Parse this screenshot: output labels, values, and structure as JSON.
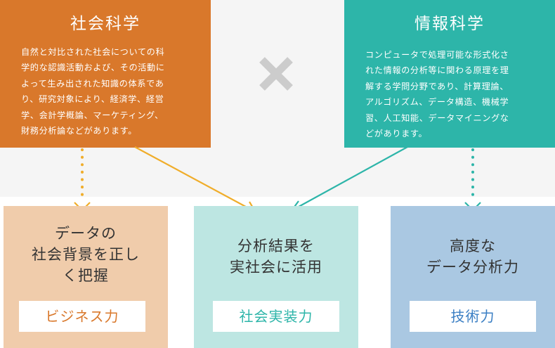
{
  "colors": {
    "social_science": "#d9782b",
    "information_science": "#2db5a9",
    "business_box": "#f0ccab",
    "implementation_box": "#bde6e2",
    "technical_box": "#aac8e2",
    "arrow_orange": "#f0ad2a",
    "arrow_teal": "#2db5a9",
    "cross": "#cccccc"
  },
  "social_science": {
    "title": "社会科学",
    "description_lines": [
      "自然と対比された社会についての科",
      "学的な認識活動および、その活動に",
      "よって生み出された知識の体系であ",
      "り、研究対象により、経済学、経営",
      "学、会計学概論、マーケティング、",
      "財務分析論などがあります。"
    ]
  },
  "information_science": {
    "title": "情報科学",
    "description_lines": [
      "コンピュータで処理可能な形式化さ",
      "れた情報の分析等に関わる原理を理",
      "解する学問分野であり、計算理論、",
      "アルゴリズム、データ構造、機械学",
      "習、人工知能、データマイニングな",
      "どがあります。"
    ]
  },
  "cross_icon": "multiplication-cross-icon",
  "outcomes": {
    "business": {
      "headline_lines": [
        "データの",
        "社会背景を正し",
        "く把握"
      ],
      "label": "ビジネス力"
    },
    "implementation": {
      "headline_lines": [
        "分析結果を",
        "実社会に活用"
      ],
      "label": "社会実装力"
    },
    "technical": {
      "headline_lines": [
        "高度な",
        "データ分析力"
      ],
      "label": "技術力"
    }
  }
}
